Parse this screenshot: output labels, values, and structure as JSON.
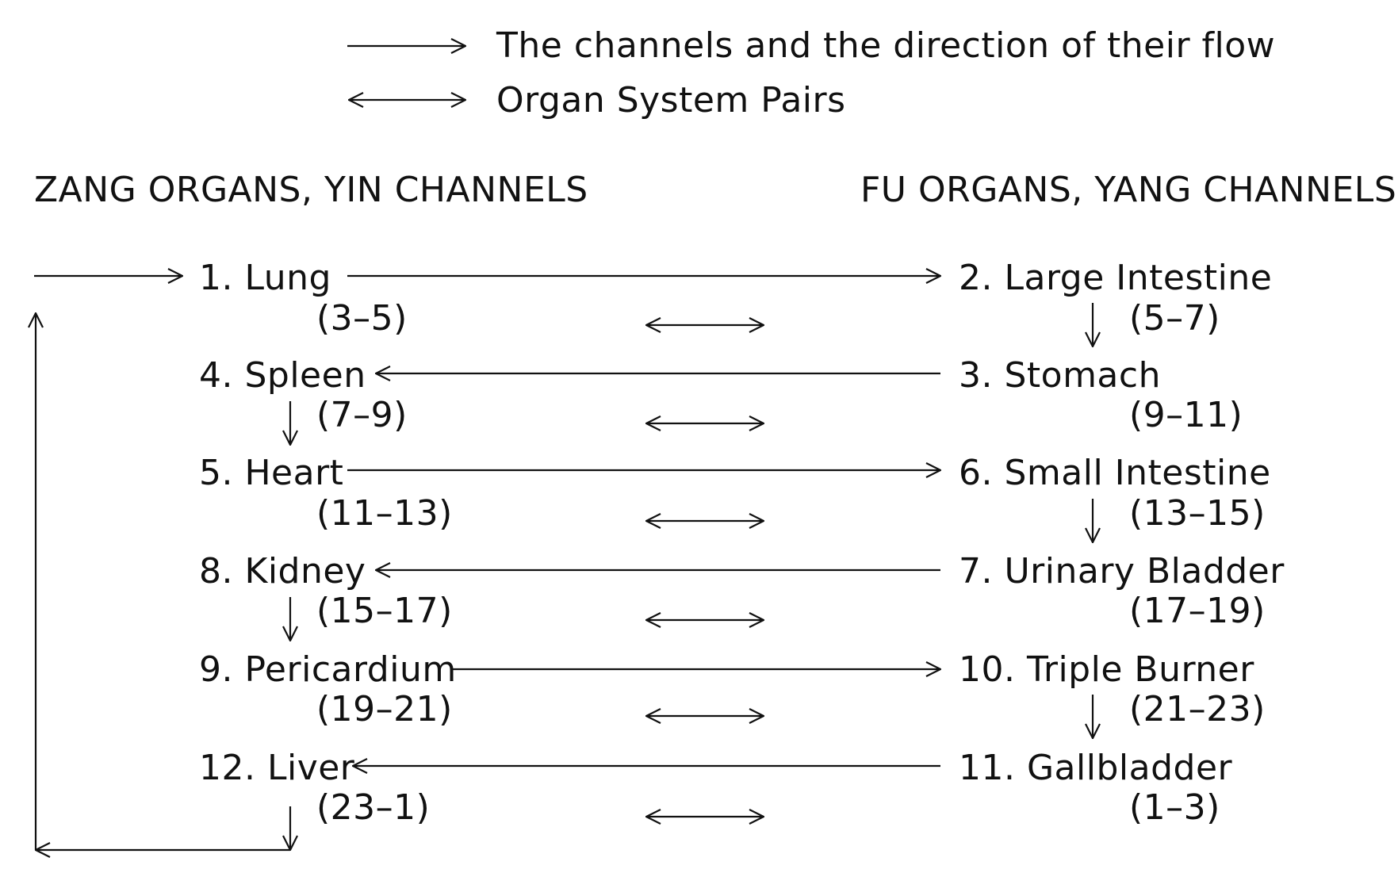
{
  "legend": {
    "flow_label": "The channels and the direction of their flow",
    "pair_label": "Organ System Pairs"
  },
  "headers": {
    "yin": "ZANG ORGANS, YIN CHANNELS",
    "yang": "FU ORGANS, YANG CHANNELS"
  },
  "yin_organs": [
    {
      "name": "1. Lung",
      "hours": "(3–5)"
    },
    {
      "name": "4. Spleen",
      "hours": "(7–9)"
    },
    {
      "name": "5. Heart",
      "hours": "(11–13)"
    },
    {
      "name": "8. Kidney",
      "hours": "(15–17)"
    },
    {
      "name": "9. Pericardium",
      "hours": "(19–21)"
    },
    {
      "name": "12. Liver",
      "hours": "(23–1)"
    }
  ],
  "yang_organs": [
    {
      "name": "2. Large Intestine",
      "hours": "(5–7)"
    },
    {
      "name": "3. Stomach",
      "hours": "(9–11)"
    },
    {
      "name": "6. Small Intestine",
      "hours": "(13–15)"
    },
    {
      "name": "7. Urinary Bladder",
      "hours": "(17–19)"
    },
    {
      "name": "10. Triple Burner",
      "hours": "(21–23)"
    },
    {
      "name": "11. Gallbladder",
      "hours": "(1–3)"
    }
  ],
  "colors": {
    "ink": "#111111",
    "background": "#ffffff"
  }
}
